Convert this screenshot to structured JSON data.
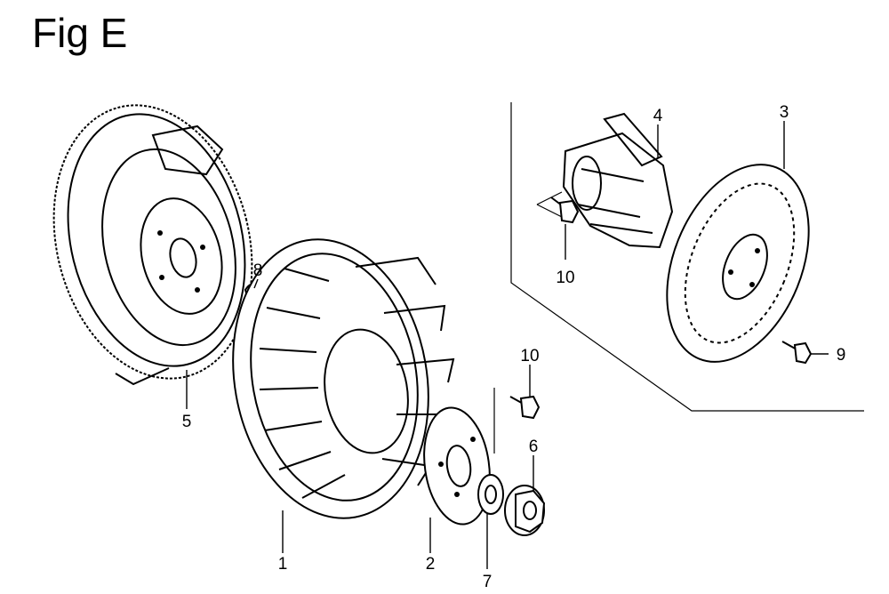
{
  "figure": {
    "title": "Fig E"
  },
  "callouts": {
    "c1": "1",
    "c2": "2",
    "c3": "3",
    "c4": "4",
    "c5": "5",
    "c6": "6",
    "c7": "7",
    "c8": "8",
    "c9": "9",
    "c10a": "10",
    "c10b": "10"
  }
}
